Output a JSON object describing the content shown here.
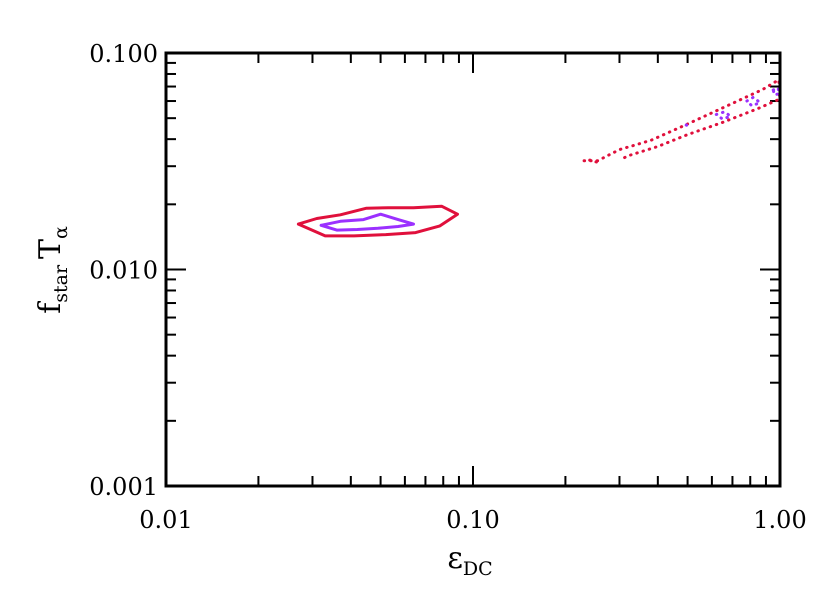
{
  "chart_data": {
    "type": "contour",
    "xscale": "log",
    "yscale": "log",
    "xlim": [
      0.01,
      1.0
    ],
    "ylim": [
      0.001,
      0.1
    ],
    "xlabel": "ε_DC",
    "xlabel_parts": {
      "main": "ε",
      "sub": "DC"
    },
    "ylabel": "f_star T_α",
    "ylabel_parts": {
      "f": "f",
      "f_sub": "star",
      "T": "T",
      "T_sub": "α"
    },
    "x_tick_labels": [
      {
        "value": 0.01,
        "label": "0.01"
      },
      {
        "value": 0.1,
        "label": "0.10"
      },
      {
        "value": 1.0,
        "label": "1.00"
      }
    ],
    "y_tick_labels": [
      {
        "value": 0.001,
        "label": "0.001"
      },
      {
        "value": 0.01,
        "label": "0.010"
      },
      {
        "value": 0.1,
        "label": "0.100"
      }
    ],
    "grid": false,
    "legend": "none",
    "series": [
      {
        "style": "solid",
        "color": "#e0103c",
        "points": [
          [
            0.027,
            0.0162
          ],
          [
            0.031,
            0.0172
          ],
          [
            0.037,
            0.0179
          ],
          [
            0.045,
            0.0192
          ],
          [
            0.053,
            0.0193
          ],
          [
            0.064,
            0.0193
          ],
          [
            0.079,
            0.0196
          ],
          [
            0.089,
            0.018
          ],
          [
            0.078,
            0.0159
          ],
          [
            0.065,
            0.0148
          ],
          [
            0.052,
            0.0145
          ],
          [
            0.041,
            0.0143
          ],
          [
            0.033,
            0.0143
          ],
          [
            0.027,
            0.0162
          ]
        ]
      },
      {
        "style": "solid",
        "color": "#9b30ff",
        "points": [
          [
            0.032,
            0.016
          ],
          [
            0.037,
            0.0167
          ],
          [
            0.044,
            0.017
          ],
          [
            0.05,
            0.018
          ],
          [
            0.057,
            0.017
          ],
          [
            0.064,
            0.0162
          ],
          [
            0.057,
            0.0158
          ],
          [
            0.049,
            0.0155
          ],
          [
            0.042,
            0.0153
          ],
          [
            0.036,
            0.0152
          ],
          [
            0.032,
            0.016
          ]
        ]
      },
      {
        "style": "dotted",
        "color": "#e0103c",
        "points": [
          [
            0.23,
            0.0318
          ],
          [
            0.255,
            0.0318
          ],
          [
            0.3,
            0.0358
          ],
          [
            0.38,
            0.0395
          ],
          [
            0.5,
            0.047
          ],
          [
            0.7,
            0.0585
          ],
          [
            0.88,
            0.068
          ],
          [
            0.99,
            0.0752
          ],
          [
            1.0,
            0.066
          ],
          [
            0.99,
            0.061
          ],
          [
            0.85,
            0.0555
          ],
          [
            0.65,
            0.0478
          ],
          [
            0.5,
            0.042
          ],
          [
            0.4,
            0.037
          ],
          [
            0.32,
            0.0335
          ],
          [
            0.3,
            0.032
          ]
        ]
      },
      {
        "style": "dotted",
        "color": "#e0103c",
        "points": [
          [
            0.24,
            0.032
          ],
          [
            0.26,
            0.031
          ]
        ]
      },
      {
        "style": "dotted",
        "color": "#9b30ff",
        "points": [
          [
            0.495,
            0.0465
          ],
          [
            0.515,
            0.0452
          ]
        ]
      },
      {
        "style": "dotted",
        "color": "#9b30ff",
        "points": [
          [
            0.62,
            0.052
          ],
          [
            0.66,
            0.0535
          ],
          [
            0.69,
            0.051
          ],
          [
            0.65,
            0.0495
          ],
          [
            0.62,
            0.052
          ]
        ]
      },
      {
        "style": "dotted",
        "color": "#9b30ff",
        "points": [
          [
            0.78,
            0.06
          ],
          [
            0.82,
            0.0625
          ],
          [
            0.86,
            0.059
          ],
          [
            0.81,
            0.057
          ],
          [
            0.78,
            0.06
          ]
        ]
      },
      {
        "style": "dotted",
        "color": "#9b30ff",
        "points": [
          [
            0.95,
            0.0675
          ],
          [
            0.985,
            0.069
          ],
          [
            0.995,
            0.065
          ],
          [
            0.96,
            0.064
          ],
          [
            0.95,
            0.0675
          ]
        ]
      }
    ]
  }
}
